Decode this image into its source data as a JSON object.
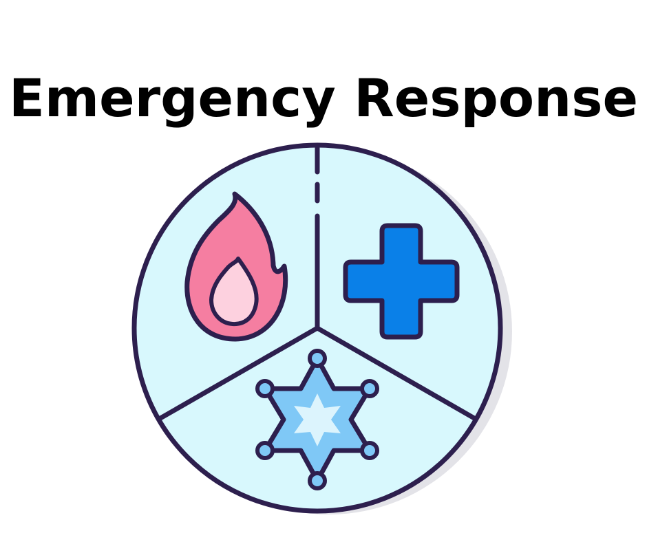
{
  "title": "Emergency Response",
  "emblem": {
    "sections": [
      {
        "name": "fire",
        "icon": "flame-icon"
      },
      {
        "name": "medical",
        "icon": "medical-cross-icon"
      },
      {
        "name": "police",
        "icon": "sheriff-star-icon"
      }
    ]
  },
  "colors": {
    "outline": "#2d1f4e",
    "circle_fill": "#d8f8fd",
    "shadow": "#e3e3e8",
    "flame_outer": "#f57ea1",
    "flame_inner": "#fdd1df",
    "cross": "#0a80e8",
    "star_outer": "#7fc8f6",
    "star_inner": "#dcf4fd",
    "background": "#ffffff",
    "title_text": "#000000"
  }
}
